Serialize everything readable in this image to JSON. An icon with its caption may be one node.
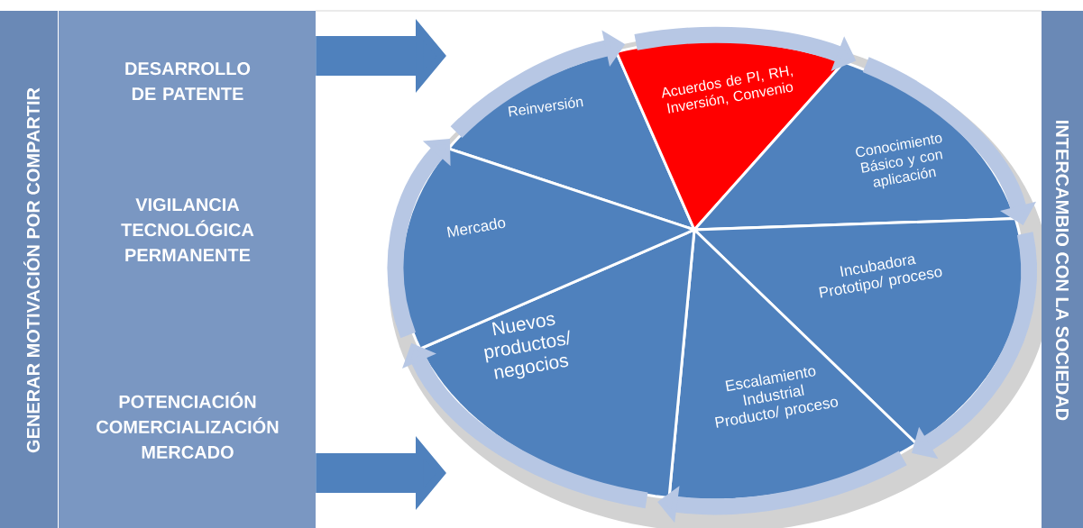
{
  "diagram": {
    "nodes": [
      {
        "text": [
          "GENERAR MOTIVACIÓN POR COMPARTIR"
        ]
      },
      {
        "text": [
          "DESARROLLO DE PATENTE",
          "VIGILANCIA TECNOLÓGICA PERMANENTE",
          "POTENCIACIÓN COMERCIALIZACIÓN MERCADO"
        ]
      },
      {
        "text": [
          "INTERCAMBIO CON LA SOCIEDAD"
        ]
      },
      {
        "text": [
          "Reinversión"
        ]
      },
      {
        "text": [
          "Acuerdos de PI, RH, Inversión, Convenio"
        ]
      },
      {
        "text": [
          "Conocimiento Básico y con aplicación"
        ]
      },
      {
        "text": [
          "Incubadora Prototipo/ proceso"
        ]
      },
      {
        "text": [
          "Escalamiento Industrial Producto/ proceso"
        ]
      },
      {
        "text": [
          "Nuevos productos/ negocios"
        ]
      },
      {
        "text": [
          "Mercado"
        ]
      }
    ],
    "edges": [
      {
        "from": 1,
        "to": null,
        "arrow": "to",
        "style": "thick",
        "color": "#4f81bd"
      },
      {
        "from": 1,
        "to": null,
        "arrow": "to",
        "style": "thick",
        "color": "#4f81bd"
      },
      {
        "from": 3,
        "to": 4,
        "arrow": "to"
      },
      {
        "from": 4,
        "to": 5,
        "arrow": "to"
      },
      {
        "from": 5,
        "to": 6,
        "arrow": "to"
      },
      {
        "from": 6,
        "to": 7,
        "arrow": "to"
      },
      {
        "from": 7,
        "to": 8,
        "arrow": "to"
      },
      {
        "from": 8,
        "to": 9,
        "arrow": "to"
      },
      {
        "from": 9,
        "to": 3,
        "arrow": "to"
      }
    ]
  }
}
